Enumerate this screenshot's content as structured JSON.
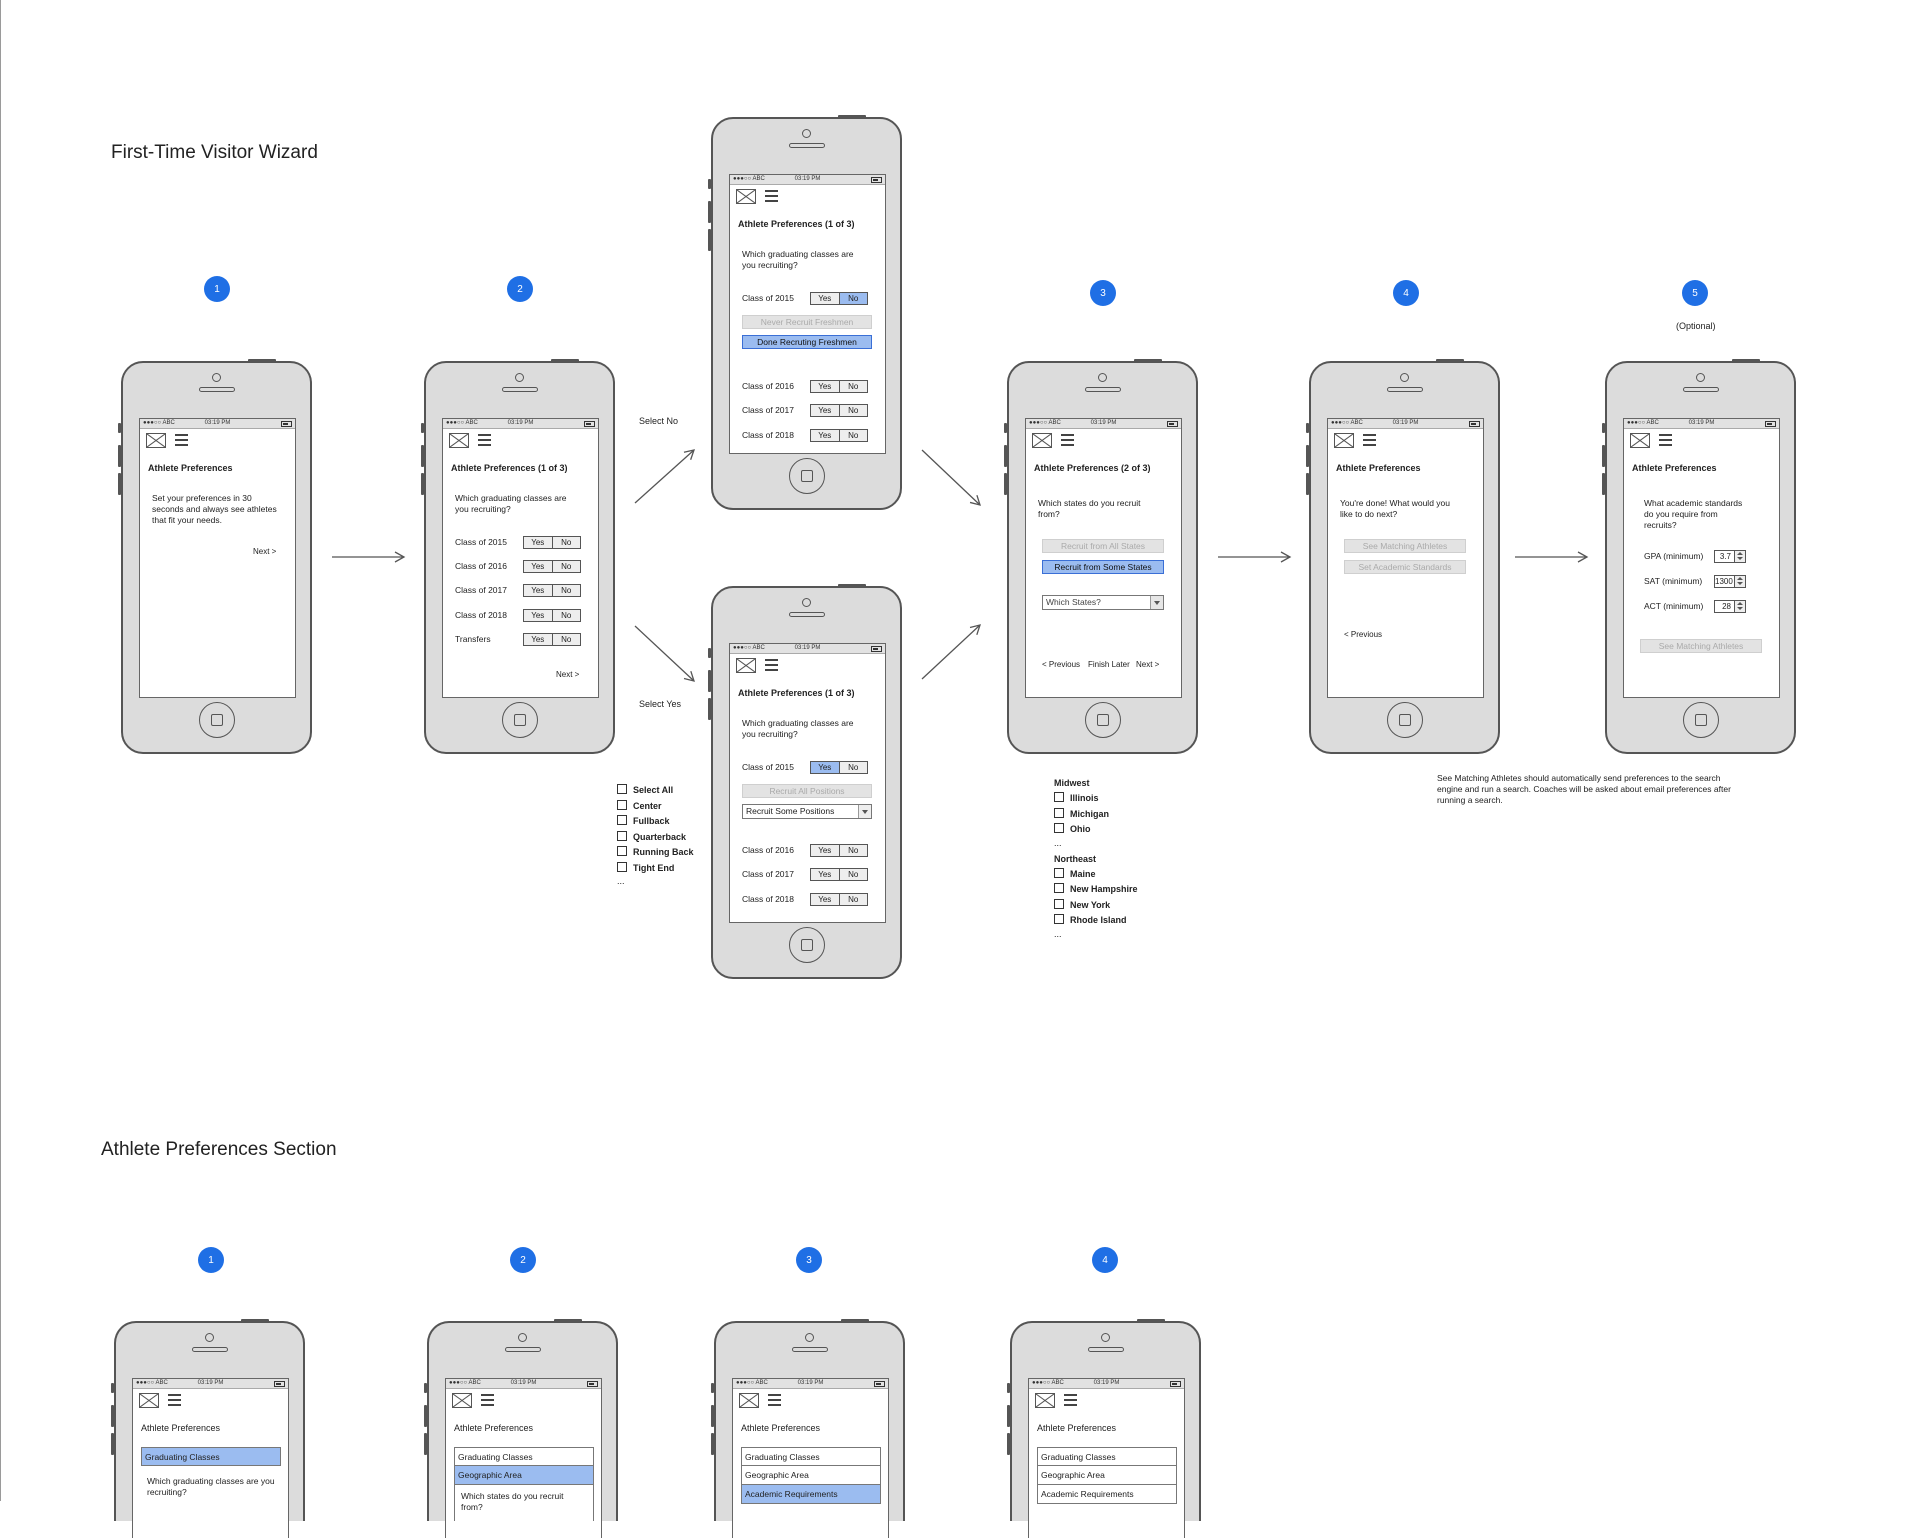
{
  "sections": {
    "wizard_title": "First-Time Visitor Wizard",
    "prefs_title": "Athlete Preferences Section"
  },
  "status_bar": {
    "carrier": "●●●○○ ABC",
    "time": "03:19 PM"
  },
  "wizard": {
    "badges": [
      "1",
      "2",
      "3",
      "4",
      "5"
    ],
    "optional": "(Optional)",
    "arrow_labels": {
      "select_no": "Select No",
      "select_yes": "Select Yes"
    },
    "screen1": {
      "title": "Athlete Preferences",
      "text": "Set your preferences in 30 seconds and always see athletes that fit your needs.",
      "next": "Next >"
    },
    "screen2": {
      "title": "Athlete Preferences (1 of 3)",
      "question": "Which graduating classes are you recruiting?",
      "rows": [
        "Class of 2015",
        "Class of 2016",
        "Class of 2017",
        "Class of 2018",
        "Transfers"
      ],
      "yes": "Yes",
      "no": "No",
      "next": "Next >"
    },
    "screen_no": {
      "title": "Athlete Preferences  (1 of 3)",
      "question": "Which graduating classes are you recruiting?",
      "row": "Class of 2015",
      "never": "Never Recruit Freshmen",
      "done": "Done Recruting Freshmen",
      "rows": [
        "Class of 2016",
        "Class of 2017",
        "Class of 2018"
      ]
    },
    "screen_yes": {
      "title": "Athlete Preferences (1 of 3)",
      "question": "Which graduating classes are you recruiting?",
      "row": "Class of 2015",
      "all_positions": "Recruit All Positions",
      "some_positions": "Recruit Some Positions",
      "rows": [
        "Class of 2016",
        "Class of 2017",
        "Class of 2018"
      ]
    },
    "screen3": {
      "title": "Athlete Preferences (2 of 3)",
      "question": "Which states do you recruit from?",
      "all_states": "Recruit from All States",
      "some_states": "Recruit from Some States",
      "which_states": "Which States?",
      "previous": "< Previous",
      "finish_later": "Finish Later",
      "next": "Next >"
    },
    "screen4": {
      "title": "Athlete Preferences",
      "text": "You're done! What would you like to do next?",
      "see_matching": "See Matching Athletes",
      "set_standards": "Set Academic Standards",
      "previous": "< Previous"
    },
    "screen5": {
      "title": "Athlete Preferences",
      "question": "What academic standards do you require from recruits?",
      "fields": [
        {
          "label": "GPA (minimum)",
          "value": "3.7"
        },
        {
          "label": "SAT (minimum)",
          "value": "1300"
        },
        {
          "label": "ACT (minimum)",
          "value": "28"
        }
      ],
      "see_matching": "See Matching Athletes"
    },
    "positions": {
      "items": [
        "Select All",
        "Center",
        "Fullback",
        "Quarterback",
        "Running Back",
        "Tight End"
      ],
      "more": "..."
    },
    "states": {
      "midwest": "Midwest",
      "midwest_items": [
        "Illinois",
        "Michigan",
        "Ohio"
      ],
      "more1": "...",
      "northeast": "Northeast",
      "northeast_items": [
        "Maine",
        "New Hampshire",
        "New York",
        "Rhode Island"
      ],
      "more2": "..."
    },
    "footnote": "See Matching Athletes should automatically send preferences to the search engine and run a search. Coaches will be asked about email preferences after running a search."
  },
  "prefs": {
    "badges": [
      "1",
      "2",
      "3",
      "4"
    ],
    "title": "Athlete Preferences",
    "items": [
      "Graduating Classes",
      "Geographic Area",
      "Academic Requirements"
    ],
    "q_classes": "Which graduating classes are you recruiting?",
    "q_states": "Which states do you recruit from?"
  },
  "colors": {
    "accent": "#1f6fe5",
    "selection": "#9bbcf0"
  }
}
